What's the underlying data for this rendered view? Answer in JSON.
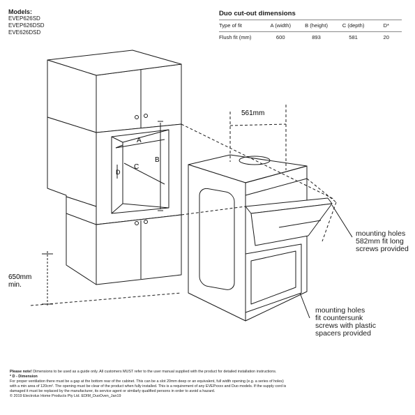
{
  "models": {
    "header": "Models:",
    "list": [
      "EVEP626SD",
      "EVEP626DSD",
      "EVE626DSD"
    ]
  },
  "dimensions_table": {
    "title": "Duo cut-out dimensions",
    "columns": [
      "Type of fit",
      "A (width)",
      "B (height)",
      "C (depth)",
      "D*"
    ],
    "rows": [
      [
        "Flush fit (mm)",
        "600",
        "893",
        "581",
        "20"
      ]
    ]
  },
  "diagram": {
    "labels": {
      "a": "A",
      "b": "B",
      "c": "C",
      "d": "D"
    },
    "dim_561": "561mm",
    "dim_650_line1": "650mm",
    "dim_650_line2": "min."
  },
  "callouts": {
    "mounting_582": [
      "mounting holes",
      "582mm fit long",
      "screws provided"
    ],
    "mounting_countersunk": [
      "mounting holes",
      "fit countersunk",
      "screws with plastic",
      "spacers provided"
    ]
  },
  "footnotes": {
    "note_label": "Please note!",
    "note_text": "Dimensions to be used as a guide only. All customers MUST refer to the user manual supplied with the product for detailed installation instructions.",
    "d_label": "* D - Dimension",
    "d_text1": "For proper ventilation there must be a gap at the bottom rear of the cabinet. This can be a slot 20mm deep or an equivalent, full width opening (e.g. a series of holes)",
    "d_text2": "with a min area of 120cm². The opening must be clear of the product when fully installed. This is a requirement of any EVEPxxxx and Duo models. If the supply cord is",
    "d_text3": "damaged it must be replaced by the manufacturer, its service agent or similarly qualified persons in order to avoid a hazard.",
    "copyright": "© 2019 Electrolux Home Products Pty Ltd. EDIM_DuoOven_Jan19"
  },
  "colors": {
    "line": "#1a1a1a",
    "dim": "#1a1a1a"
  }
}
